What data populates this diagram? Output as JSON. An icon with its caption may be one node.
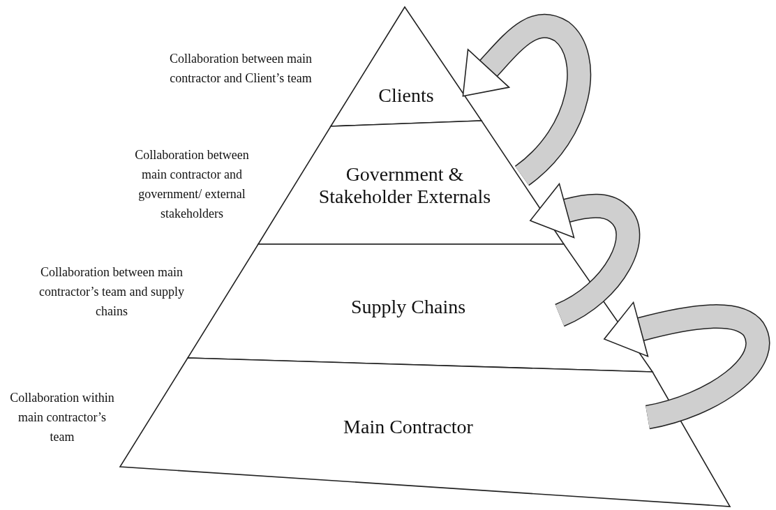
{
  "diagram": {
    "nodes": [
      {
        "text": [
          "Clients"
        ],
        "beside": [
          "Collaboration between main contractor and Client’s team"
        ]
      },
      {
        "text": [
          "Government & Stakeholder Externals"
        ],
        "beside": [
          "Collaboration between main contractor and government/ external stakeholders"
        ]
      },
      {
        "text": [
          "Supply Chains"
        ],
        "beside": [
          "Collaboration between main contractor’s team and supply chains"
        ]
      },
      {
        "text": [
          "Main Contractor"
        ],
        "beside": [
          "Collaboration within main contractor’s team"
        ]
      }
    ],
    "edges": [
      {
        "from": 1,
        "to": 0,
        "arrow": "to"
      },
      {
        "from": 2,
        "to": 1,
        "arrow": "to"
      },
      {
        "from": 3,
        "to": 2,
        "arrow": "to"
      }
    ]
  }
}
